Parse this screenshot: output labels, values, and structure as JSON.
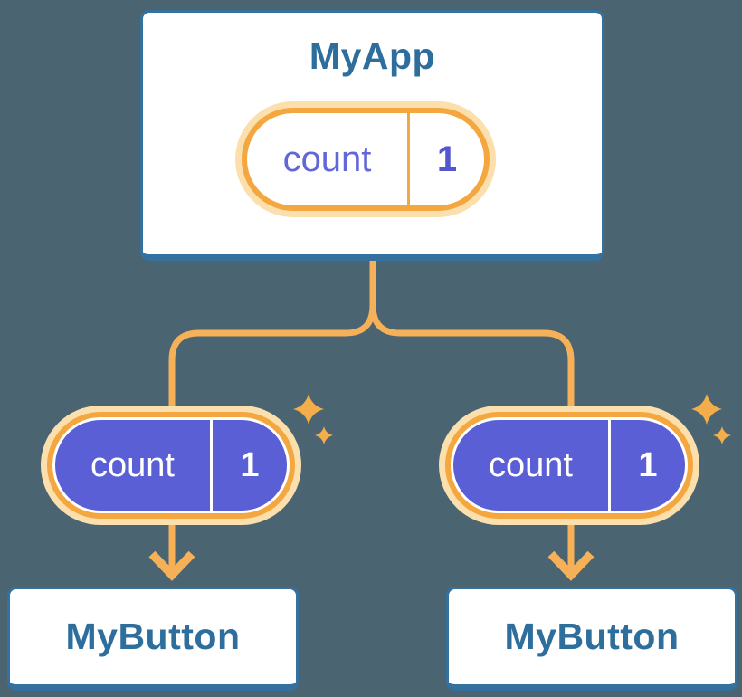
{
  "colors": {
    "background": "#4A6571",
    "card-bg": "#FFFFFF",
    "card-border": "#35719E",
    "heading-text": "#2D6E9C",
    "pill-glow": "#FBDFAC",
    "pill-ring": "#F4A73E",
    "pill-fill": "#5B5FD6",
    "pill-text-light": "#6166D8",
    "pill-value-light": "#5356CE",
    "pill-text-dark": "#FFFFFF",
    "connector": "#F6B158",
    "sparkle": "#F4AD4B"
  },
  "diagram": {
    "root": {
      "title": "MyApp",
      "state": {
        "name": "count",
        "value": "1"
      }
    },
    "children": [
      {
        "title": "MyButton",
        "state": {
          "name": "count",
          "value": "1"
        }
      },
      {
        "title": "MyButton",
        "state": {
          "name": "count",
          "value": "1"
        }
      }
    ]
  }
}
